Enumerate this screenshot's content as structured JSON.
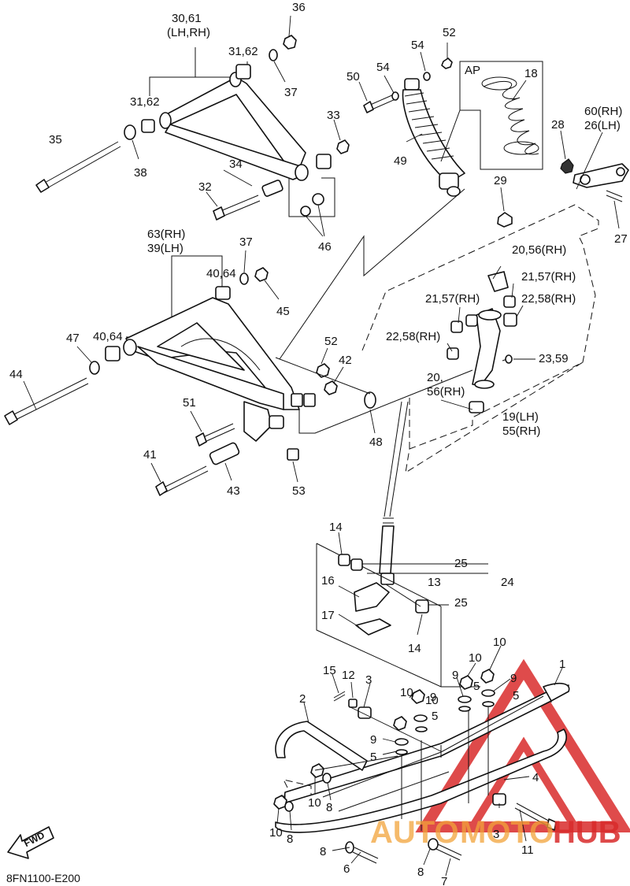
{
  "diagram_code": "8FN1100-E200",
  "fwd_label": "FWD",
  "inset_label": "AP",
  "watermark": {
    "word_a": "AUTO",
    "word_b": "MOTO",
    "word_c": "HUB",
    "color_red": "#d92b2b",
    "color_orange": "#f2a33a"
  },
  "callouts": [
    "30,61",
    "(LH,RH)",
    "36",
    "31,62",
    "37",
    "31,62",
    "35",
    "38",
    "33",
    "34",
    "32",
    "46",
    "52",
    "54",
    "54",
    "50",
    "49",
    "18",
    "28",
    "60(RH)",
    "26(LH)",
    "27",
    "29",
    "63(RH)",
    "39(LH)",
    "37",
    "40,64",
    "45",
    "47",
    "40,64",
    "44",
    "52",
    "42",
    "51",
    "41",
    "43",
    "53",
    "48",
    "20,56(RH)",
    "21,57(RH)",
    "21,57(RH)",
    "22,58(RH)",
    "22,58(RH)",
    "23,59",
    "20,",
    "56(RH)",
    "19(LH)",
    "55(RH)",
    "14",
    "25",
    "16",
    "13",
    "24",
    "17",
    "25",
    "14",
    "10",
    "10",
    "10",
    "9",
    "9",
    "5",
    "5",
    "1",
    "15",
    "12",
    "3",
    "2",
    "10",
    "9",
    "5",
    "9",
    "5",
    "10",
    "8",
    "4",
    "10",
    "8",
    "3",
    "11",
    "8",
    "6",
    "8",
    "7"
  ]
}
